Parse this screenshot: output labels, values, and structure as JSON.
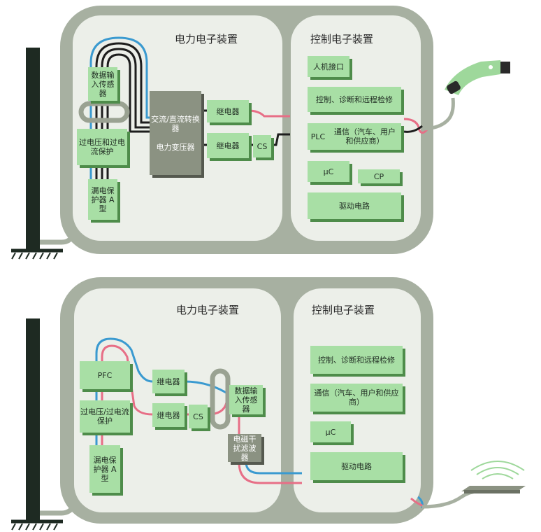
{
  "colors": {
    "housing": "#a7b0a1",
    "panel": "#ecefe9",
    "module": "#a8dfa5",
    "module_shadow": "#4e8c4a",
    "transformer": "#8b9282",
    "wire_blue": "#3a9ad0",
    "wire_red": "#e76e86",
    "wire_black": "#1d1d1d",
    "wall": "#1e2a22",
    "charging_plug": "#9ed89b"
  },
  "top_diagram": {
    "power_header": "电力电子装置",
    "control_header": "控制电子装置",
    "power_modules": {
      "data_input_sensor": "数据输入传感器",
      "overvoltage_protection": "过电压和过电流保护",
      "residual_current_device": "漏电保护器 A 型",
      "transformer_line1": "交流/直流转换器",
      "transformer_line2": "电力变压器",
      "relay_1": "继电器",
      "relay_2": "继电器",
      "cs": "CS"
    },
    "control_modules": {
      "hmi": "人机接口",
      "control_diagnosis": "控制、诊断和远程检修",
      "plc": "PLC",
      "communication": "通信（汽车、用户和供应商）",
      "uc": "μC",
      "cp": "CP",
      "driver_circuit": "驱动电路"
    },
    "connector_icon": "ev-charging-plug-icon"
  },
  "bottom_diagram": {
    "power_header": "电力电子装置",
    "control_header": "控制电子装置",
    "power_modules": {
      "pfc": "PFC",
      "overvoltage_protection": "过电压/过电流保护",
      "residual_current_device": "漏电保护器 A 型",
      "relay_1": "继电器",
      "relay_2": "继电器",
      "cs": "CS",
      "data_input_sensor": "数据输入传感器",
      "emi_filter": "电磁干扰滤波器"
    },
    "control_modules": {
      "control_diagnosis": "控制、诊断和远程检修",
      "communication": "通信（汽车、用户和供应商）",
      "uc": "μC",
      "driver_circuit": "驱动电路"
    },
    "connector_icon": "wireless-charging-pad-icon"
  }
}
